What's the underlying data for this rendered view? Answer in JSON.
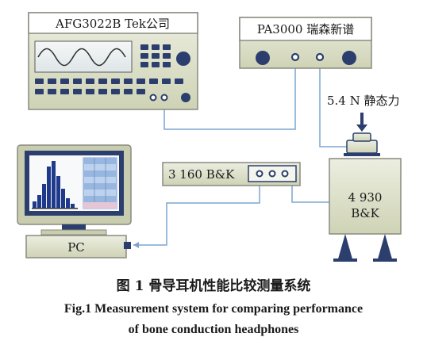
{
  "devices": {
    "afg": {
      "label": "AFG3022B Tek公司"
    },
    "pa": {
      "label": "PA3000 瑞森新谱"
    },
    "static_force": {
      "label": "5.4 N 静态力"
    },
    "bk3160": {
      "label": "3 160 B&K"
    },
    "bk4930": {
      "line1": "4 930",
      "line2": "B&K"
    },
    "pc": {
      "label": "PC"
    }
  },
  "caption": {
    "chinese": "图 1    骨导耳机性能比较测量系统",
    "english_line1": "Fig.1   Measurement system for comparing performance",
    "english_line2": "of bone conduction headphones"
  },
  "colors": {
    "device_fill": "#d9dcc4",
    "device_stroke": "#8a8a80",
    "cable": "#7aa6d0",
    "navy": "#2b3e6e",
    "histogram": "#1f3a8a"
  }
}
